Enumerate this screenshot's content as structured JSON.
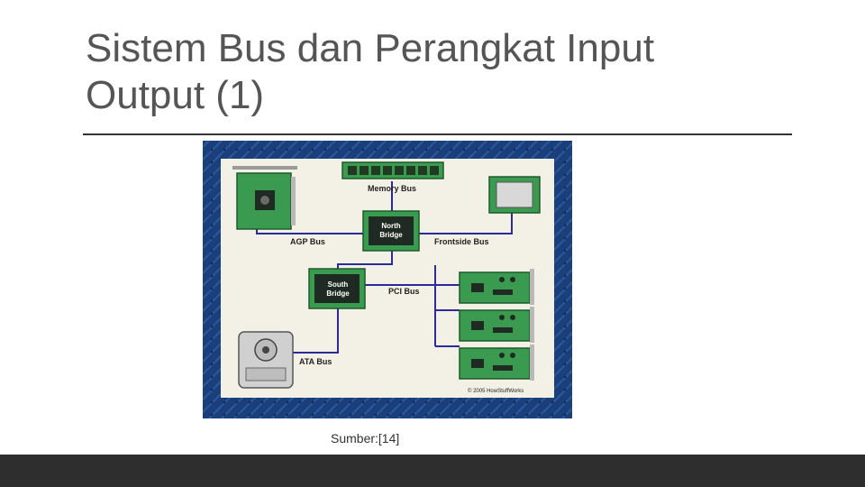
{
  "slide": {
    "title_line1": "Sistem Bus dan Perangkat Input",
    "title_line2": "Output (1)",
    "caption": "Sumber:[14]"
  },
  "diagram": {
    "memory_bus": "Memory Bus",
    "north_bridge_1": "North",
    "north_bridge_2": "Bridge",
    "agp_bus": "AGP Bus",
    "frontside_bus": "Frontside Bus",
    "south_bridge_1": "South",
    "south_bridge_2": "Bridge",
    "pci_bus": "PCI Bus",
    "ata_bus": "ATA Bus",
    "copyright": "© 2005 HowStuffWorks"
  },
  "colors": {
    "frame_blue": "#1b3f7a",
    "panel": "#f3f1e6",
    "chip_green": "#2f8a45",
    "bus_line": "#2a2a9a",
    "footer": "#2e2e2e"
  }
}
